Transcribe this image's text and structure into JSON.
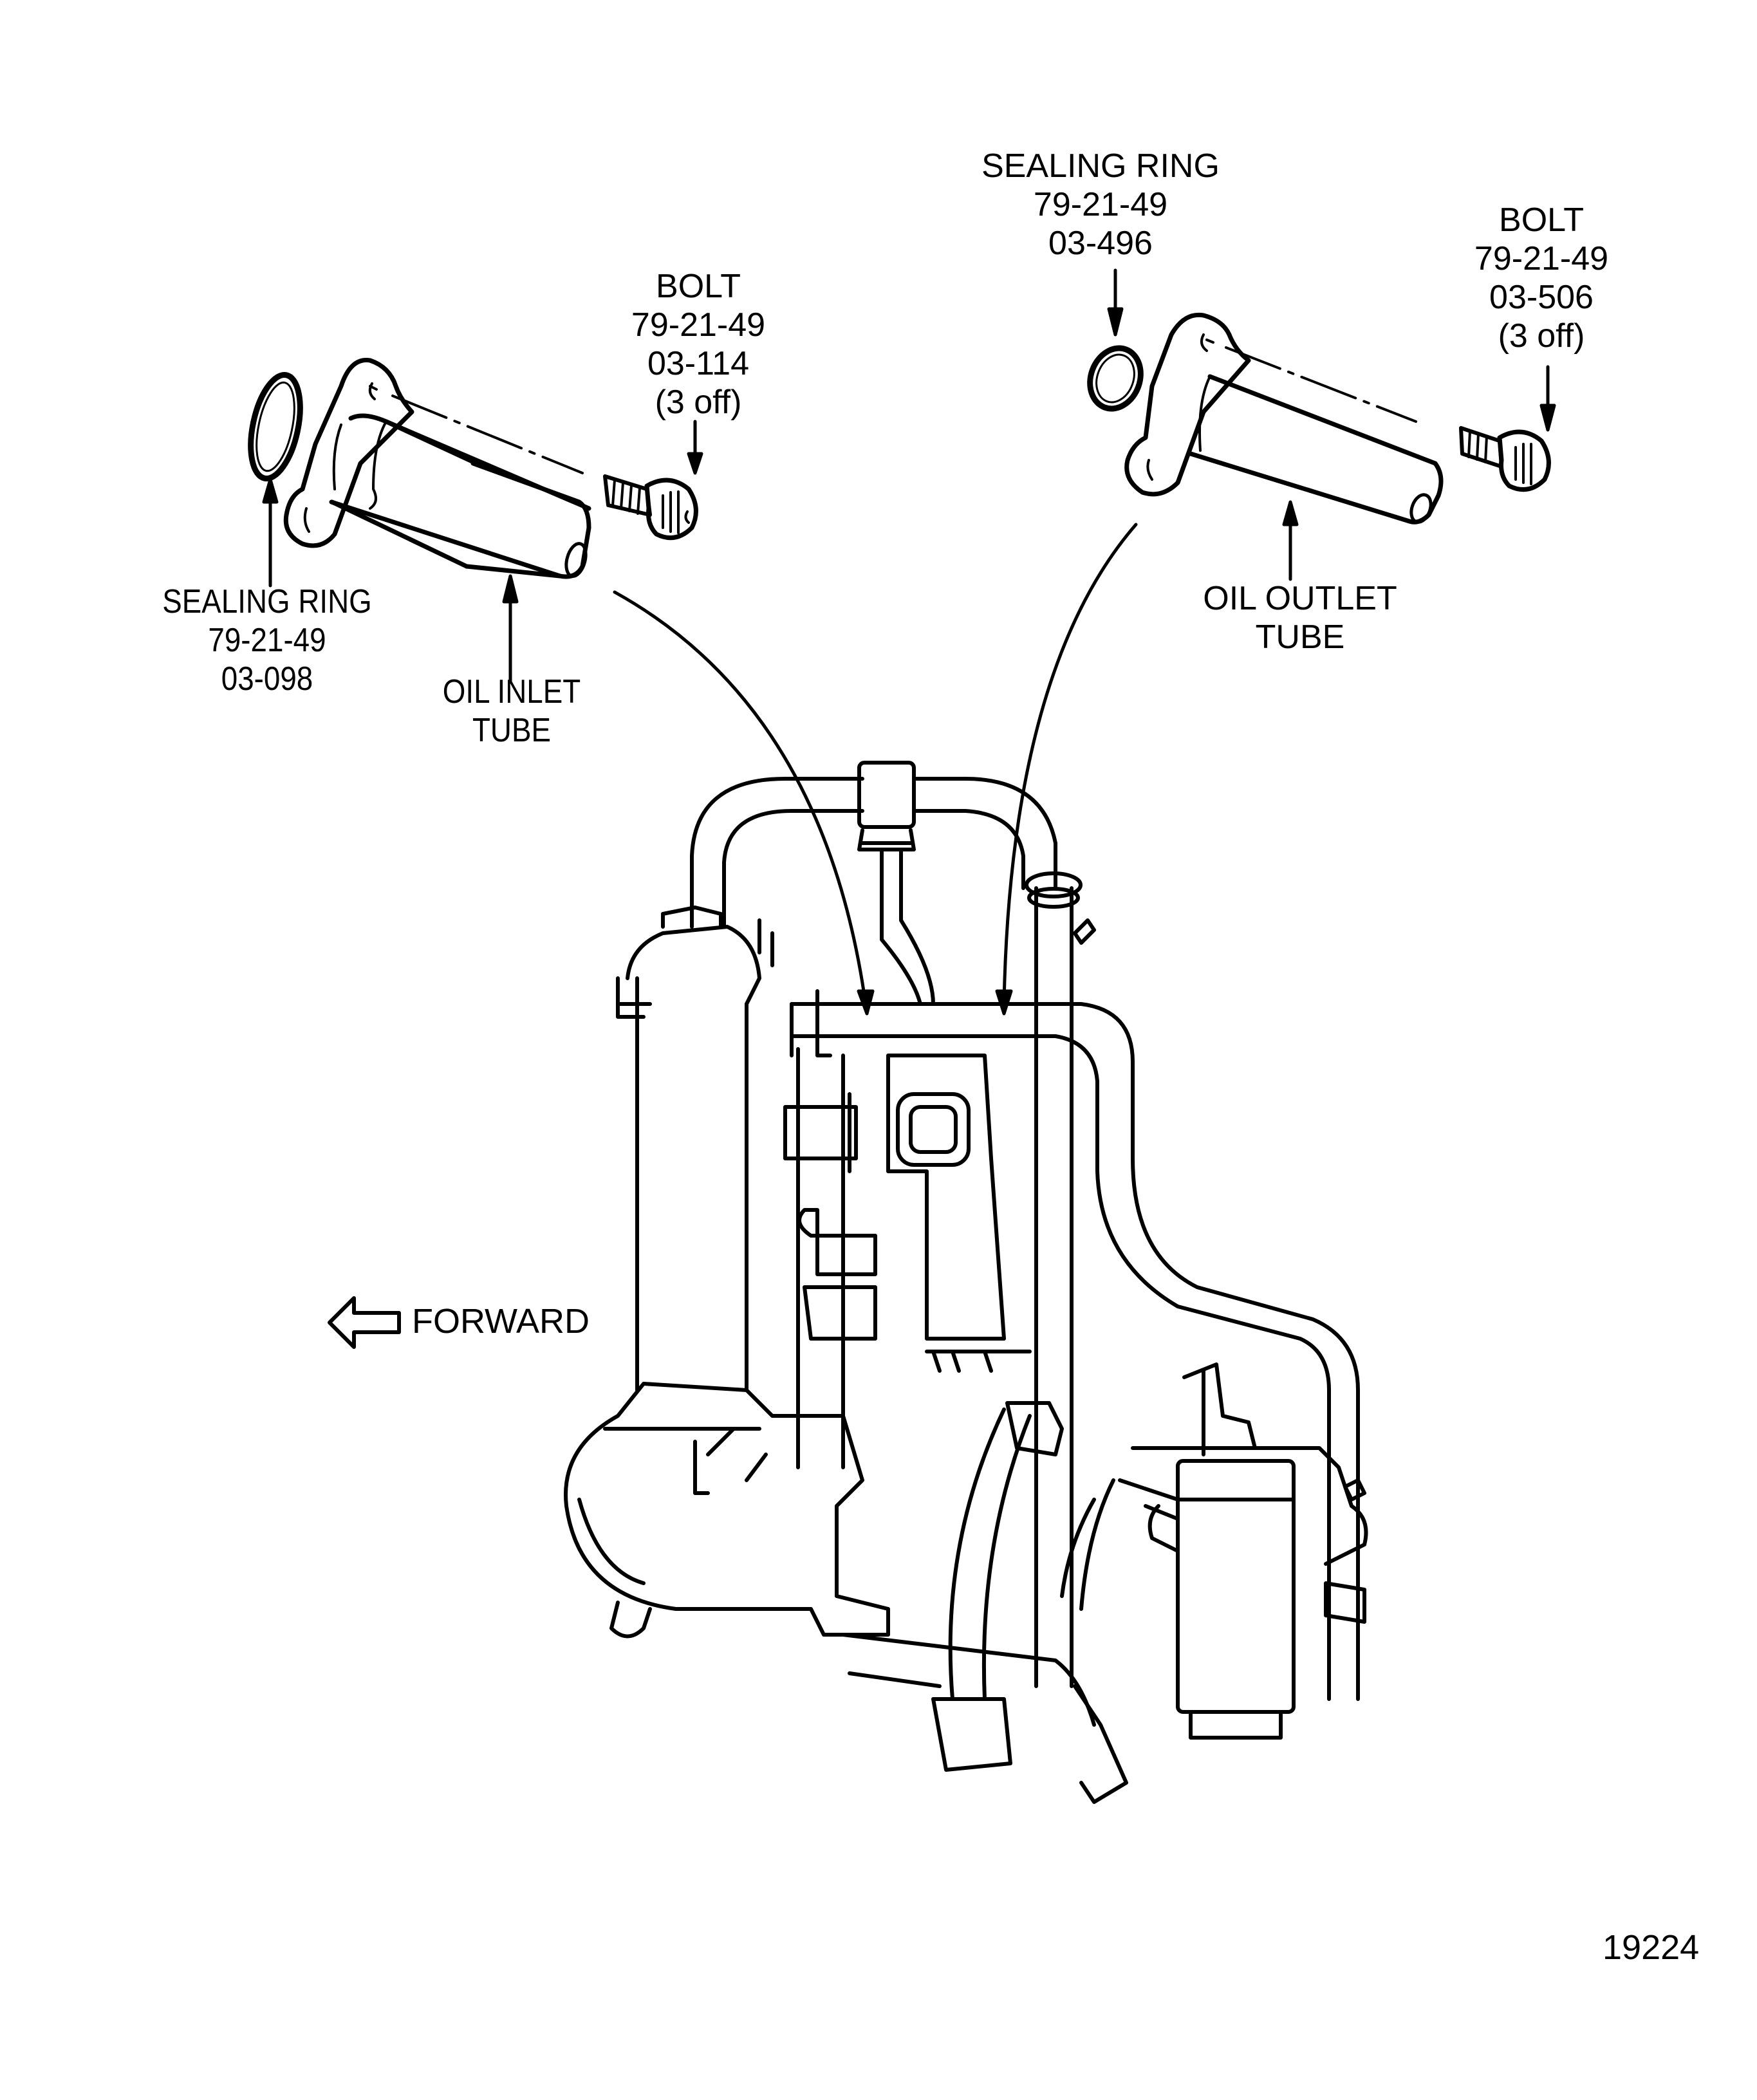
{
  "figure": {
    "number": "19224",
    "ink_color": "#000000",
    "background": "#ffffff"
  },
  "callouts": {
    "bolt_inlet": {
      "title": "BOLT",
      "ref": "79-21-49",
      "item": "03-114",
      "qty": "(3 off)"
    },
    "sealing_ring_inlet": {
      "title": "SEALING RING",
      "ref": "79-21-49",
      "item": "03-098"
    },
    "oil_inlet_tube": {
      "line1": "OIL INLET",
      "line2": "TUBE"
    },
    "sealing_ring_outlet": {
      "title": "SEALING RING",
      "ref": "79-21-49",
      "item": "03-496"
    },
    "bolt_outlet": {
      "title": "BOLT",
      "ref": "79-21-49",
      "item": "03-506",
      "qty": "(3 off)"
    },
    "oil_outlet_tube": {
      "line1": "OIL OUTLET",
      "line2": "TUBE"
    }
  },
  "direction": {
    "label": "FORWARD",
    "icon": "left-outline-arrow-icon"
  }
}
